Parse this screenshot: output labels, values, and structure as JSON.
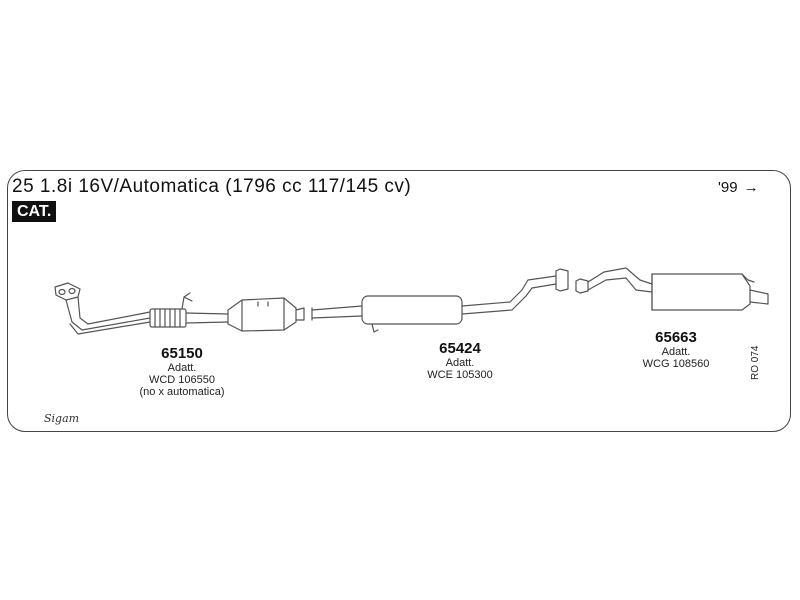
{
  "header": {
    "title": "25 1.8i 16V/Automatica (1796 cc 117/145 cv)",
    "year": "'99",
    "year_arrow": "→",
    "badge": "CAT."
  },
  "parts": [
    {
      "number": "65150",
      "adapt_label": "Adatt.",
      "ref": "WCD 106550",
      "note": "(no x automatica)"
    },
    {
      "number": "65424",
      "adapt_label": "Adatt.",
      "ref": "WCE 105300"
    },
    {
      "number": "65663",
      "adapt_label": "Adatt.",
      "ref": "WCG 108560"
    }
  ],
  "side_code": "RO 074",
  "logo_text": "Sigam",
  "colors": {
    "line": "#555555",
    "frame": "#444444",
    "badge_bg": "#111111"
  }
}
